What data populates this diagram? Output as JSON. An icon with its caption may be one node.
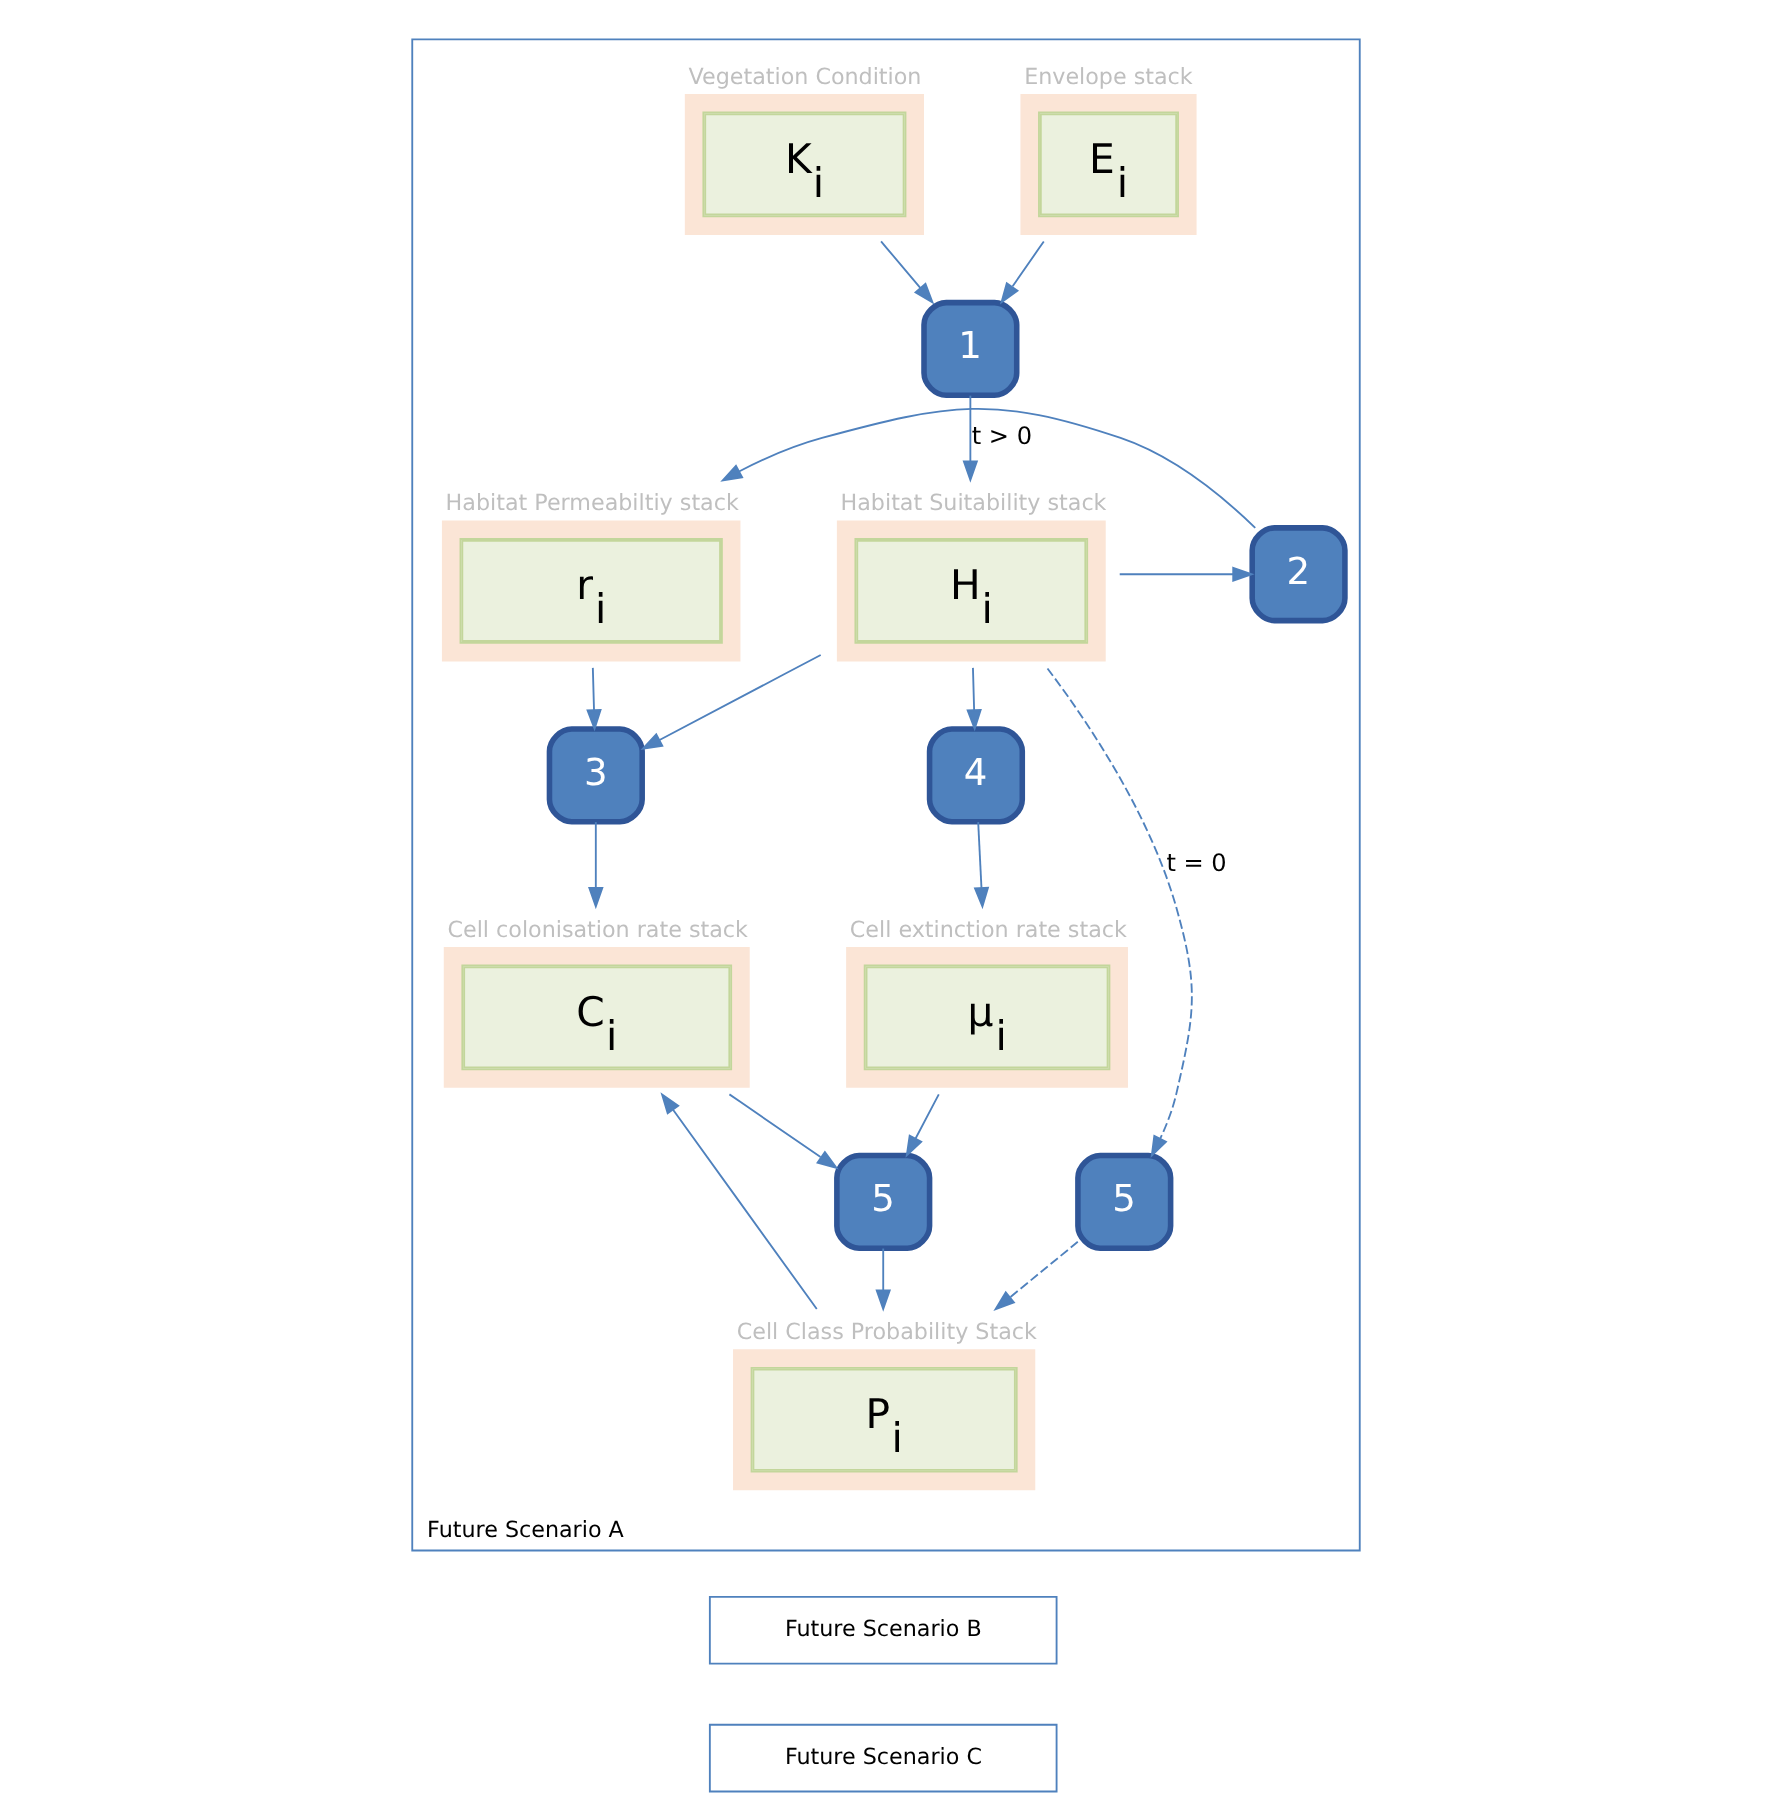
{
  "diagram": {
    "nodes": [
      {
        "text": [
          "Future Scenario A"
        ]
      },
      {
        "text": [
          "E$_{i}$"
        ],
        "beside": [
          "Envelope stack"
        ],
        "in": 0
      },
      {
        "text": [
          "K$_{i}$"
        ],
        "beside": [
          "Vegetation Condition"
        ],
        "in": 0
      },
      {
        "text": [
          "1"
        ],
        "in": 0
      },
      {
        "text": [
          "H$_{i}$"
        ],
        "beside": [
          "Habitat Suitability stack"
        ],
        "in": 0
      },
      {
        "text": [
          "2"
        ],
        "in": 0
      },
      {
        "text": [
          "r$_{i}$"
        ],
        "beside": [
          "Habitat Permeabiltiy stack"
        ],
        "in": 0
      },
      {
        "text": [
          "4"
        ],
        "in": 0
      },
      {
        "text": [
          "3"
        ],
        "in": 0
      },
      {
        "text": [
          "μ$_{i}$"
        ],
        "beside": [
          "Cell extinction rate stack"
        ],
        "in": 0
      },
      {
        "text": [
          "C$_{i}$"
        ],
        "beside": [
          "Cell colonisation rate stack"
        ],
        "in": 0
      },
      {
        "text": [
          "5"
        ],
        "in": 0
      },
      {
        "text": [
          "5"
        ],
        "in": 0
      },
      {
        "text": [
          "P$_{i}$"
        ],
        "beside": [
          "Cell Class Probability Stack"
        ],
        "in": 0
      },
      {
        "text": [
          "Future Scenario B"
        ]
      },
      {
        "text": [
          "Future Scenario C"
        ]
      }
    ],
    "edges": [
      {
        "from": 1,
        "to": 3,
        "arrow": "to"
      },
      {
        "from": 2,
        "to": 3,
        "arrow": "to"
      },
      {
        "from": 3,
        "to": 4,
        "arrow": "to",
        "label": "t > 0"
      },
      {
        "from": 4,
        "to": 5,
        "arrow": "to"
      },
      {
        "from": 5,
        "to": 6,
        "arrow": "to"
      },
      {
        "from": 4,
        "to": 7,
        "arrow": "to"
      },
      {
        "from": 4,
        "to": 8,
        "arrow": "to"
      },
      {
        "from": 6,
        "to": 8,
        "arrow": "to"
      },
      {
        "from": 4,
        "to": 11,
        "arrow": "to",
        "label": "t = 0",
        "style": "dashed"
      },
      {
        "from": 7,
        "to": 9,
        "arrow": "to"
      },
      {
        "from": 8,
        "to": 10,
        "arrow": "to"
      },
      {
        "from": 9,
        "to": 12,
        "arrow": "to"
      },
      {
        "from": 10,
        "to": 12,
        "arrow": "to"
      },
      {
        "from": 12,
        "to": 13,
        "arrow": "to"
      },
      {
        "from": 11,
        "to": 13,
        "arrow": "to",
        "style": "dashed"
      },
      {
        "from": 13,
        "to": 10,
        "arrow": "to"
      }
    ]
  }
}
